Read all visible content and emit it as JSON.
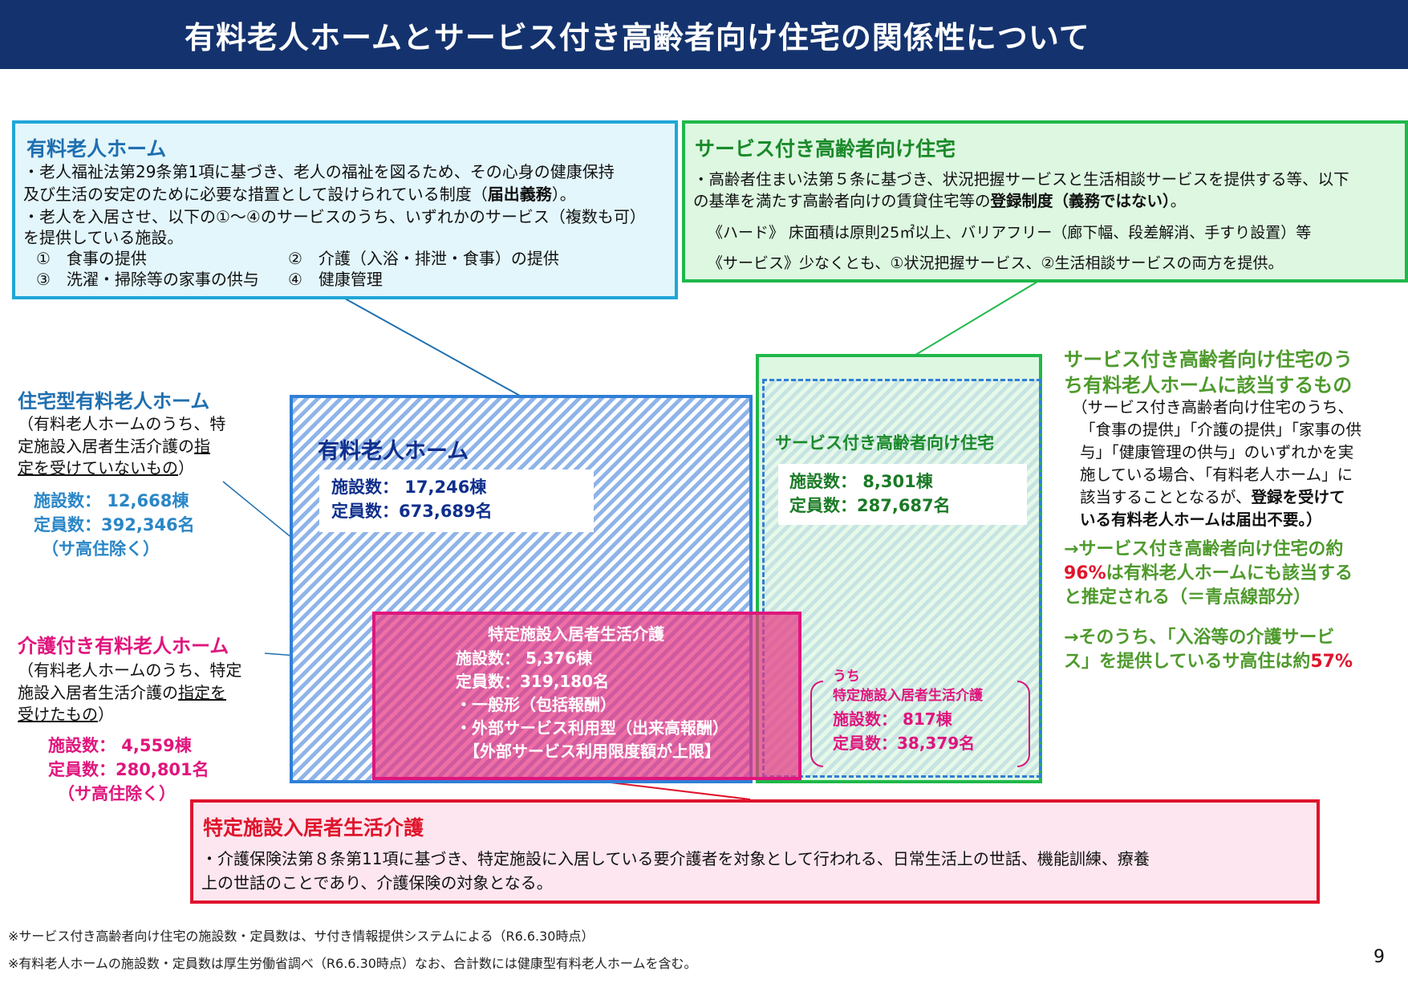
{
  "title": "有料老人ホームとサービス付き高齢者向け住宅の関係性について",
  "colors": {
    "navy": "#14336e",
    "cyan_border": "#20a6d8",
    "cyan_fill": "#e3f6fb",
    "green_border": "#1fb84a",
    "green_fill": "#ddf7e1",
    "green_text": "#1a8a2a",
    "olive_text": "#4e9a2c",
    "blue_text": "#1f6fb0",
    "dark_blue": "#0f2f8c",
    "magenta": "#e0157d",
    "red": "#e0142c",
    "pink_fill": "#fde6ef"
  },
  "yuryo_def": {
    "header": "有料老人ホーム",
    "line1": "・老人福祉法第29条第1項に基づき、老人の福祉を図るため、その心身の健康保持",
    "line2a": "及び生活の安定のために必要な措置として設けられている制度（",
    "line2b": "届出義務",
    "line2c": "）。",
    "line3": "・老人を入居させ、以下の①～④のサービスのうち、いずれかのサービス（複数も可）",
    "line4": "を提供している施設。",
    "svc1": "①　食事の提供",
    "svc2": "②　介護（入浴・排泄・食事）の提供",
    "svc3": "③　洗濯・掃除等の家事の供与",
    "svc4": "④　健康管理"
  },
  "sako_def": {
    "header": "サービス付き高齢者向け住宅",
    "line1": "・高齢者住まい法第５条に基づき、状況把握サービスと生活相談サービスを提供する等、以下",
    "line2a": "の基準を満たす高齢者向けの賃貸住宅等の",
    "line2b": "登録制度（義務ではない）",
    "line2c": "。",
    "hard": "《ハード》 床面積は原則25㎡以上、バリアフリー（廊下幅、段差解消、手すり設置）等",
    "service": "《サービス》少なくとも、①状況把握サービス、②生活相談サービスの両方を提供。"
  },
  "jutaku_type": {
    "header": "住宅型有料老人ホーム",
    "desc1": "（有料老人ホームのうち、特",
    "desc2a": "定施設入居者生活介護の",
    "desc2b": "指",
    "desc3": "定を受けていないもの",
    "desc3b": "）",
    "facilities": "施設数：  12,668棟",
    "capacity": "定員数：392,346名",
    "note": "（サ高住除く）"
  },
  "kaigo_type": {
    "header": "介護付き有料老人ホーム",
    "desc1": "（有料老人ホームのうち、特定",
    "desc2a": "施設入居者生活介護の",
    "desc2b": "指定を",
    "desc3": "受けたもの",
    "desc3b": "）",
    "facilities": "施設数：    4,559棟",
    "capacity": "定員数：280,801名",
    "note": "（サ高住除く）"
  },
  "yuryo_total": {
    "label": "有料老人ホーム",
    "facilities": "施設数：  17,246棟",
    "capacity": "定員数：673,689名"
  },
  "sako_total": {
    "label": "サービス付き高齢者向け住宅",
    "facilities": "施設数：    8,301棟",
    "capacity": "定員数：287,687名"
  },
  "tokutei_inner": {
    "label": "特定施設入居者生活介護",
    "facilities": "施設数：    5,376棟",
    "capacity": "定員数：319,180名",
    "type1": "・一般形（包括報酬）",
    "type2": "・外部サービス利用型（出来高報酬）",
    "limit": "【外部サービス利用限度額が上限】"
  },
  "sako_tokutei": {
    "uchi": "うち",
    "label": "特定施設入居者生活介護",
    "facilities": "施設数：      817棟",
    "capacity": "定員数：38,379名"
  },
  "overlap_note": {
    "h1": "サービス付き高齢者向け住宅のう",
    "h2": "ち有料老人ホームに該当するもの",
    "p1": "（サービス付き高齢者向け住宅のうち、",
    "p2": "「食事の提供」「介護の提供」「家事の供",
    "p3": "与」「健康管理の供与」のいずれかを実",
    "p4": "施している場合、「有料老人ホーム」に",
    "p5a": "該当することとなるが、",
    "p5b": "登録を受けて",
    "p6": "いる有料老人ホームは届出不要。）",
    "a1": "→サービス付き高齢者向け住宅の約",
    "a2a": "96%",
    "a2b": "は有料老人ホームにも該当する",
    "a3": "と推定される（＝青点線部分）",
    "b1": "→そのうち、「入浴等の介護サービ",
    "b2a": "ス」を提供しているサ高住は約",
    "b2b": "57%"
  },
  "tokutei_def": {
    "header": "特定施設入居者生活介護",
    "line1": "・介護保険法第８条第11項に基づき、特定施設に入居している要介護者を対象として行われる、日常生活上の世話、機能訓練、療養",
    "line2": "上の世話のことであり、介護保険の対象となる。"
  },
  "footnotes": {
    "n1": "※サービス付き高齢者向け住宅の施設数・定員数は、サ付き情報提供システムによる（R6.6.30時点）",
    "n2": "※有料老人ホームの施設数・定員数は厚生労働省調べ（R6.6.30時点）なお、合計数には健康型有料老人ホームを含む。"
  },
  "page_number": "9"
}
